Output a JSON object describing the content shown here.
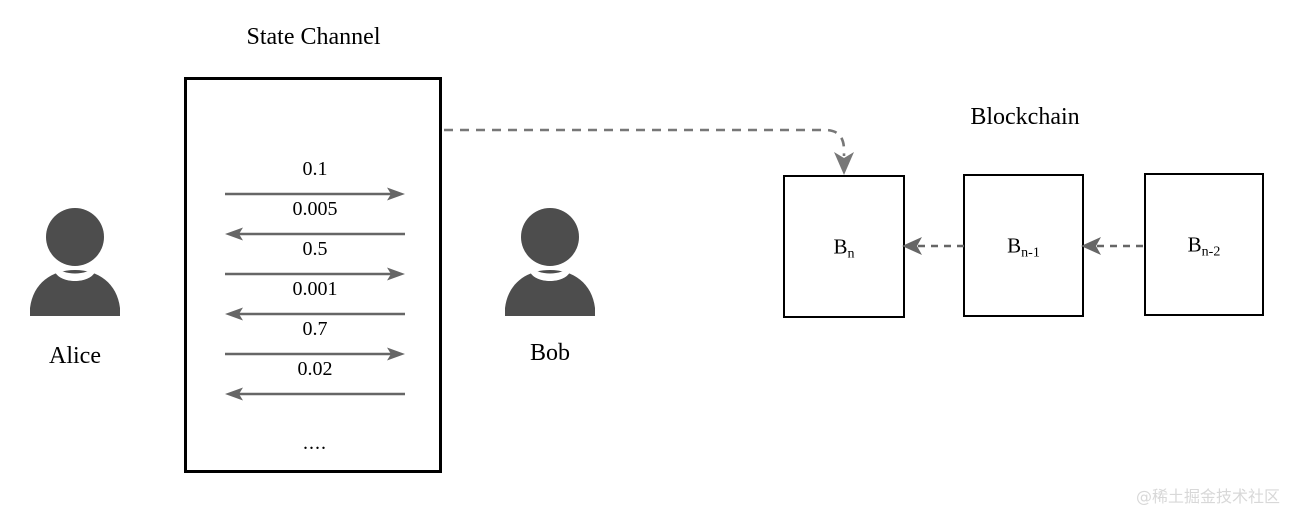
{
  "diagram": {
    "state_channel": {
      "title": "State Channel",
      "transactions": [
        {
          "amount": "0.1",
          "direction": "right"
        },
        {
          "amount": "0.005",
          "direction": "left"
        },
        {
          "amount": "0.5",
          "direction": "right"
        },
        {
          "amount": "0.001",
          "direction": "left"
        },
        {
          "amount": "0.7",
          "direction": "right"
        },
        {
          "amount": "0.02",
          "direction": "left"
        }
      ],
      "ellipsis": "...."
    },
    "participants": {
      "left": {
        "name": "Alice",
        "icon": "person-avatar-icon"
      },
      "right": {
        "name": "Bob",
        "icon": "person-avatar-icon"
      }
    },
    "blockchain": {
      "title": "Blockchain",
      "blocks": [
        {
          "base": "B",
          "subscript": "n"
        },
        {
          "base": "B",
          "subscript": "n-1"
        },
        {
          "base": "B",
          "subscript": "n-2"
        }
      ]
    },
    "colors": {
      "stroke_black": "#000000",
      "arrow_gray": "#666666",
      "avatar_gray": "#4d4d4d",
      "watermark_gray": "#d8d8d8",
      "background": "#ffffff"
    }
  },
  "watermark": "@稀土掘金技术社区"
}
